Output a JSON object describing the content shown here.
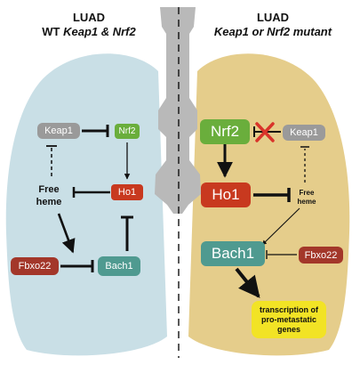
{
  "left_panel": {
    "title": "LUAD",
    "subtitle_prefix": "WT ",
    "subtitle_genes": "Keap1 & Nrf2",
    "keap1": "Keap1",
    "nrf2": "Nrf2",
    "free_heme_line1": "Free",
    "free_heme_line2": "heme",
    "ho1": "Ho1",
    "fbxo22": "Fbxo22",
    "bach1": "Bach1"
  },
  "right_panel": {
    "title": "LUAD",
    "subtitle": "Keap1 or Nrf2 mutant",
    "nrf2": "Nrf2",
    "keap1": "Keap1",
    "ho1": "Ho1",
    "free_heme_line1": "Free",
    "free_heme_line2": "heme",
    "bach1": "Bach1",
    "fbxo22": "Fbxo22",
    "transcription_line1": "transcription of",
    "transcription_line2": "pro-metastatic",
    "transcription_line3": "genes"
  },
  "colors": {
    "left_lung": "#c9dfe6",
    "right_lung": "#e5cd8b",
    "trachea": "#b9b9b9",
    "keap1": "#9a9a9a",
    "nrf2": "#6aae3c",
    "ho1": "#c8391f",
    "bach1": "#4f9a90",
    "fbxo22": "#a3372a",
    "transcription_box": "#f2e325",
    "inhibition_mark": "#d9332a"
  }
}
